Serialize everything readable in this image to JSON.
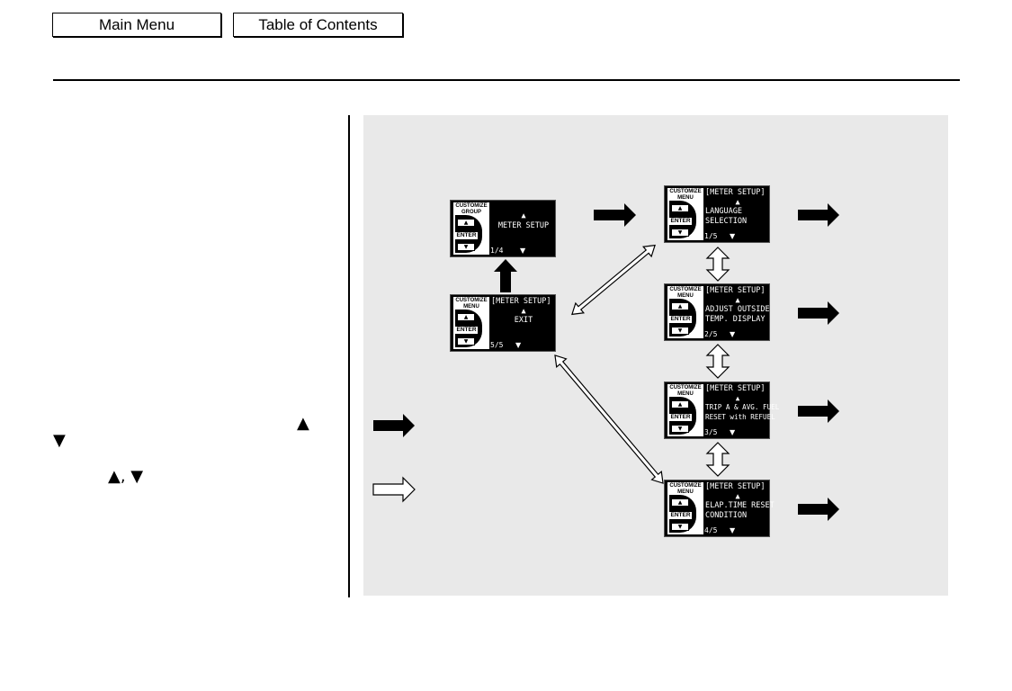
{
  "nav": {
    "main_menu": "Main Menu",
    "table_of_contents": "Table of Contents"
  },
  "glyphs": {
    "up": "▲",
    "down": "▼",
    "row": "▲, ▼"
  },
  "screens": {
    "group": {
      "header": "CUSTOMIZE\nGROUP",
      "lines": [
        "▲",
        "METER SETUP"
      ],
      "page": "1/4",
      "enter": "ENTER"
    },
    "exit": {
      "header": "CUSTOMIZE\nMENU",
      "lines": [
        "[METER SETUP]",
        "▲",
        "EXIT"
      ],
      "page": "5/5",
      "enter": "ENTER"
    },
    "s1": {
      "header": "CUSTOMIZE\nMENU",
      "lines": [
        "[METER SETUP]",
        "▲",
        "LANGUAGE",
        "SELECTION"
      ],
      "page": "1/5",
      "enter": "ENTER"
    },
    "s2": {
      "header": "CUSTOMIZE\nMENU",
      "lines": [
        "[METER SETUP]",
        "▲",
        "ADJUST OUTSIDE",
        "TEMP. DISPLAY"
      ],
      "page": "2/5",
      "enter": "ENTER"
    },
    "s3": {
      "header": "CUSTOMIZE\nMENU",
      "lines": [
        "[METER SETUP]",
        "▲",
        "TRIP A & AVG. FUEL",
        "RESET with REFUEL"
      ],
      "page": "3/5",
      "enter": "ENTER"
    },
    "s4": {
      "header": "CUSTOMIZE\nMENU",
      "lines": [
        "[METER SETUP]",
        "▲",
        "ELAP.TIME RESET",
        "CONDITION"
      ],
      "page": "4/5",
      "enter": "ENTER"
    }
  },
  "colors": {
    "panel": "#e9e9e9",
    "screen": "#000000",
    "arrow_fill": "#000000",
    "arrow_outline": "#ffffff"
  }
}
